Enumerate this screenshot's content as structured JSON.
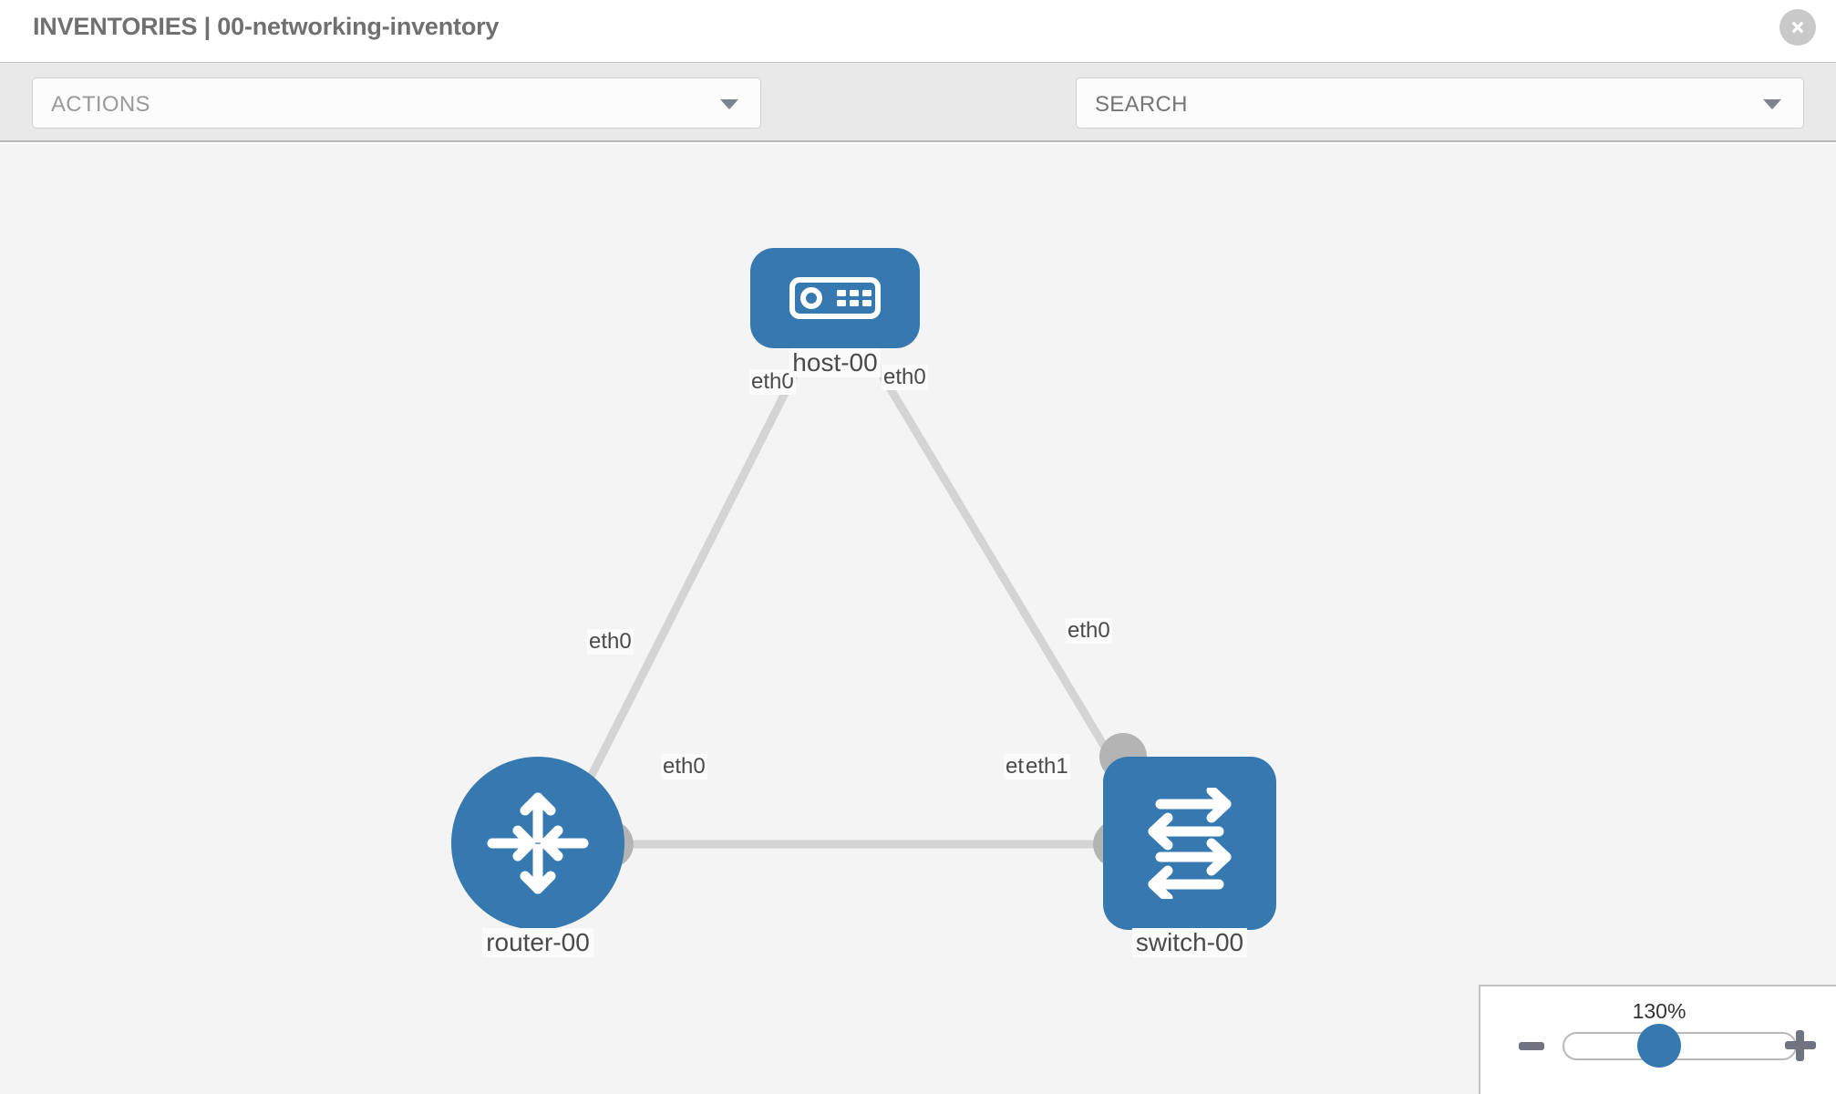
{
  "header": {
    "title": "INVENTORIES | 00-networking-inventory",
    "close_icon": "close-circle-icon"
  },
  "toolbar": {
    "actions_label": "ACTIONS",
    "actions_caret": "chevron-down-icon",
    "wrench_icon": "wrench-icon",
    "key_icon": "key-icon",
    "search_placeholder": "SEARCH",
    "search_value": "",
    "search_caret": "chevron-down-icon"
  },
  "topology": {
    "nodes": [
      {
        "id": "host-00",
        "label": "host-00",
        "type": "host",
        "icon": "server-rack-icon",
        "color": "#3579b0"
      },
      {
        "id": "router-00",
        "label": "router-00",
        "type": "router",
        "icon": "router-arrows-icon",
        "color": "#3579b0"
      },
      {
        "id": "switch-00",
        "label": "switch-00",
        "type": "switch",
        "icon": "switch-arrows-icon",
        "color": "#3579b0"
      }
    ],
    "links": [
      {
        "from": "host-00",
        "from_iface": "eth0",
        "to": "router-00",
        "to_iface": "eth0"
      },
      {
        "from": "host-00",
        "from_iface": "eth0",
        "to": "switch-00",
        "to_iface": "eth0"
      },
      {
        "from": "router-00",
        "from_iface": "eth0",
        "to": "switch-00",
        "to_iface": "eth1"
      }
    ],
    "interface_labels": {
      "host_left": "eth0",
      "host_right": "eth0",
      "router_top": "eth0",
      "router_right": "eth0",
      "switch_top": "eth0",
      "switch_left_back": "eth0",
      "switch_left_front": "eth1"
    },
    "link_color": "#d4d4d4",
    "connector_color": "#b4b4b4"
  },
  "zoom_control": {
    "value_label": "130%",
    "minus_label": "zoom-out",
    "plus_label": "zoom-in",
    "slider_percent": 130
  }
}
